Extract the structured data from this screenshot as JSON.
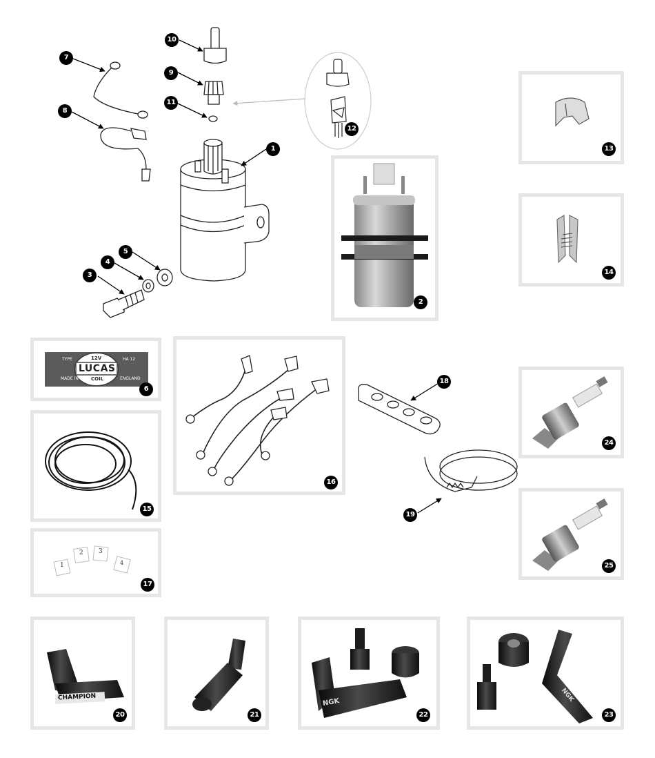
{
  "callouts": [
    "1",
    "2",
    "3",
    "4",
    "5",
    "6",
    "7",
    "8",
    "9",
    "10",
    "11",
    "12",
    "13",
    "14",
    "15",
    "16",
    "17",
    "18",
    "19",
    "20",
    "21",
    "22",
    "23",
    "24",
    "25"
  ],
  "decal": {
    "brand": "LUCAS",
    "volt": "12V",
    "product": "COIL",
    "type_label": "TYPE",
    "model": "HA 12",
    "origin_left": "MADE IN",
    "origin_right": "ENGLAND"
  },
  "number_tags": [
    "1",
    "2",
    "3",
    "4"
  ],
  "brand_labels": {
    "champion": "CHAMPION",
    "ngk_22": "NGK",
    "ngk_23": "NGK"
  },
  "colors": {
    "frame": "#e6e6e6",
    "badge": "#000000",
    "part_dark": "#1f1f1f",
    "part_metal": "#c8c8c8"
  }
}
